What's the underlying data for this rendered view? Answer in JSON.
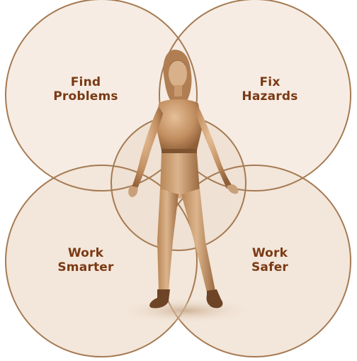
{
  "colors": {
    "background": "#ffffff",
    "circle_stroke": "#a57a52",
    "circle_fill": "#f6ece3",
    "overlap_fill": "#ecdccd",
    "label_text": "#7a3a14",
    "figure_skin": "#c9986c",
    "figure_shadow": "#9c6a43",
    "ground_shadow": "#d7bfa8"
  },
  "diagram": {
    "circles": [
      {
        "name": "top-left",
        "label_lines": [
          "Find",
          "Problems"
        ]
      },
      {
        "name": "top-right",
        "label_lines": [
          "Fix",
          "Hazards"
        ]
      },
      {
        "name": "bottom-left",
        "label_lines": [
          "Work",
          "Smarter"
        ]
      },
      {
        "name": "bottom-right",
        "label_lines": [
          "Work",
          "Safer"
        ]
      }
    ],
    "center_figure": "standing-woman-figure"
  }
}
